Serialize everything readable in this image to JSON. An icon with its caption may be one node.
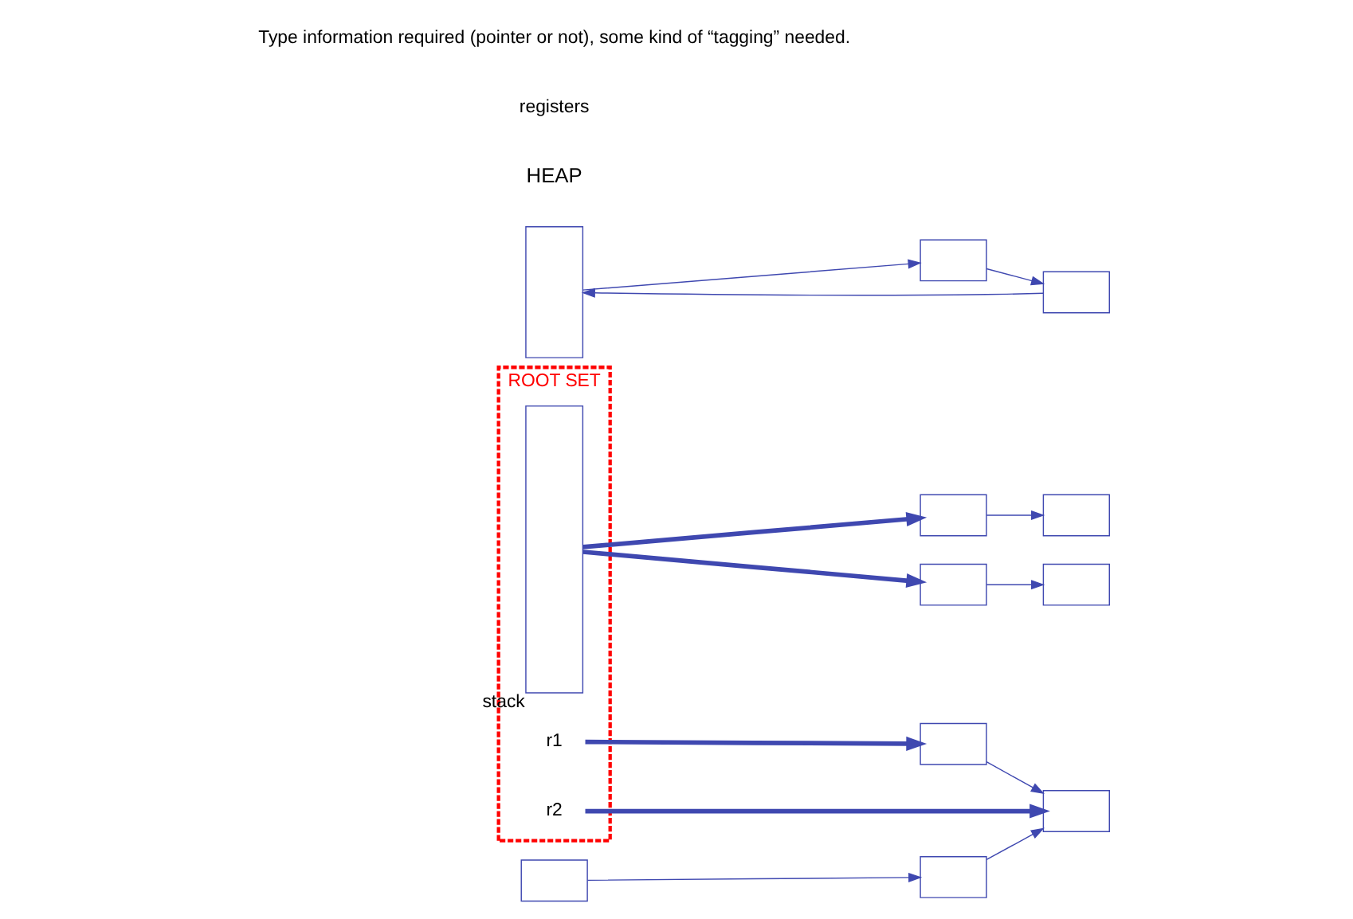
{
  "diagram": {
    "nodes": [
      {
        "text": [
          "ROOT SET"
        ]
      },
      {
        "text": [],
        "shape": "box",
        "in": 0,
        "beside": [
          "stack"
        ]
      },
      {
        "text": [
          "r1"
        ],
        "in": 0
      },
      {
        "text": [
          "r2"
        ],
        "in": 0
      },
      {
        "text": [],
        "shape": "box"
      },
      {
        "text": [],
        "shape": "box"
      },
      {
        "text": [],
        "shape": "box"
      },
      {
        "text": [],
        "shape": "box"
      },
      {
        "text": [],
        "shape": "box"
      },
      {
        "text": [],
        "shape": "box"
      },
      {
        "text": [],
        "shape": "box"
      },
      {
        "text": [],
        "shape": "box"
      },
      {
        "text": [],
        "shape": "box"
      },
      {
        "text": [],
        "shape": "box"
      },
      {
        "text": [],
        "shape": "box"
      }
    ],
    "edges": [
      {
        "from": 1,
        "to": 4,
        "arrow": "to",
        "style": "thick"
      },
      {
        "from": 4,
        "to": 5,
        "arrow": "to"
      },
      {
        "from": 7,
        "to": 6,
        "arrow": "to"
      },
      {
        "from": 6,
        "to": 8,
        "arrow": "to"
      },
      {
        "from": 8,
        "to": 7,
        "arrow": "to"
      },
      {
        "from": 1,
        "to": 11,
        "arrow": "to",
        "style": "thick"
      },
      {
        "from": 11,
        "to": 9,
        "arrow": "to"
      },
      {
        "from": 2,
        "to": 10,
        "arrow": "to",
        "style": "thick"
      },
      {
        "from": 10,
        "to": 14,
        "arrow": "to"
      },
      {
        "from": 12,
        "to": 13,
        "arrow": "to"
      },
      {
        "from": 13,
        "to": 14,
        "arrow": "to"
      },
      {
        "from": 3,
        "to": 14,
        "arrow": "to",
        "style": "thick"
      }
    ],
    "labels": [
      "HEAP",
      "registers",
      "Type information required (pointer or not), some kind of “tagging” needed."
    ]
  }
}
